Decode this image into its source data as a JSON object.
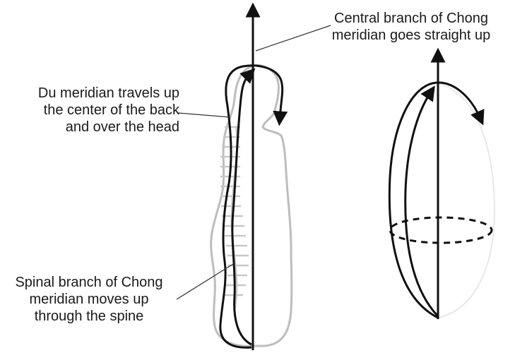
{
  "labels": {
    "central": [
      "Central branch of Chong",
      "meridian goes straight up"
    ],
    "du": [
      "Du meridian travels up",
      "the center of the back",
      "and over the head"
    ],
    "spinal": [
      "Spinal branch of Chong",
      "meridian moves up",
      "through the spine"
    ]
  },
  "colors": {
    "line": "#111111",
    "body_outline": "#bdbdbd",
    "spine": "#c8c8c8",
    "text": "#1a1a1a"
  }
}
